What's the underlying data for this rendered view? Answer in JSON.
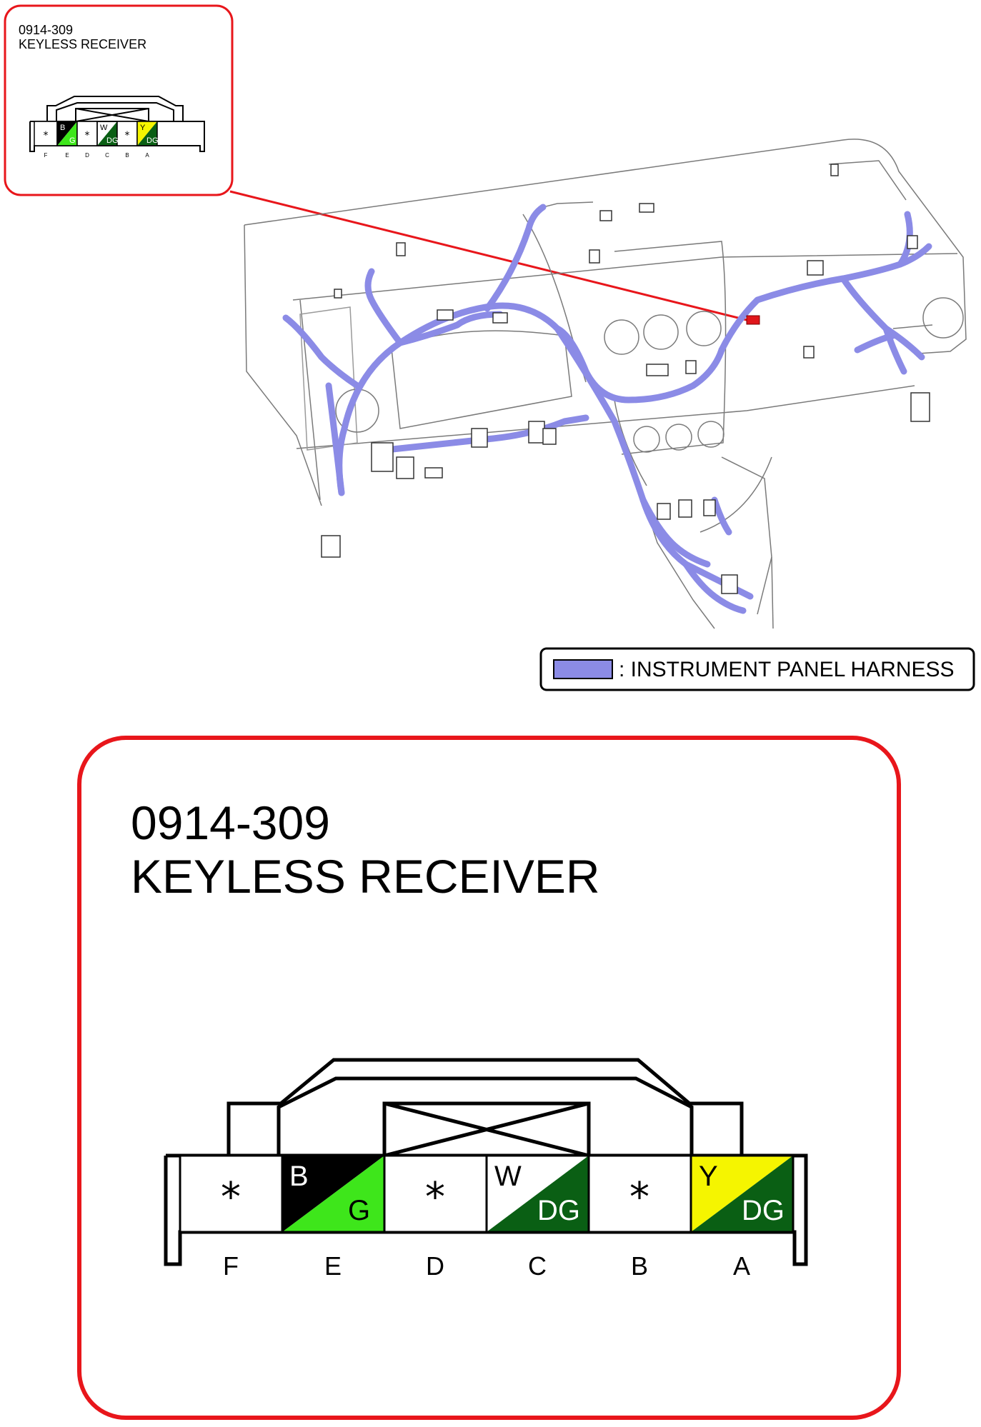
{
  "connector": {
    "code": "0914-309",
    "name": "KEYLESS RECEIVER"
  },
  "pins": [
    {
      "label": "F",
      "wire": "*",
      "top": "",
      "bottom": ""
    },
    {
      "label": "E",
      "wire": "B/G",
      "top": "B",
      "bottom": "G"
    },
    {
      "label": "D",
      "wire": "*",
      "top": "",
      "bottom": ""
    },
    {
      "label": "C",
      "wire": "W/DG",
      "top": "W",
      "bottom": "DG"
    },
    {
      "label": "B",
      "wire": "*",
      "top": "",
      "bottom": ""
    },
    {
      "label": "A",
      "wire": "Y/DG",
      "top": "Y",
      "bottom": "DG"
    }
  ],
  "empty_symbol": "*",
  "legend": {
    "text": ": INSTRUMENT PANEL HARNESS"
  },
  "colors": {
    "callout_border": "#e8161b",
    "harness": "#8b8be6",
    "connector_highlight": "#e0161b",
    "wire_black": "#000000",
    "wire_green": "#3ee61b",
    "wire_dark_green": "#0a5f14",
    "wire_yellow": "#f5f500",
    "wire_white": "#ffffff"
  }
}
